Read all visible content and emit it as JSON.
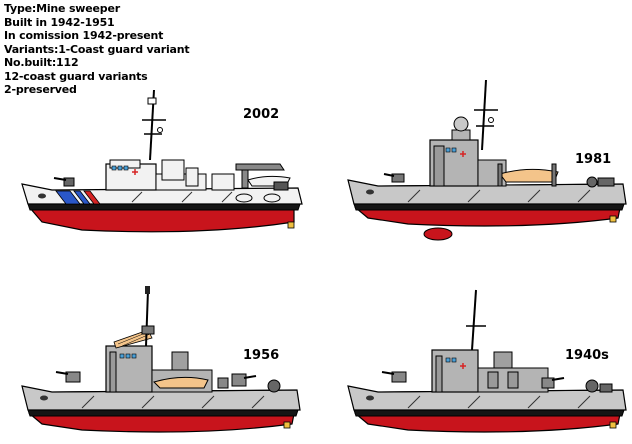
{
  "info_lines": [
    "Type:Mine sweeper",
    "Built in 1942-1951",
    "In comission 1942-present",
    "Variants:1-Coast guard variant",
    "No.built:112",
    "12-coast guard variants",
    "2-preserved"
  ],
  "ships": [
    {
      "year": "2002",
      "livery": "coast guard white",
      "hull_color": "#f2f2f2",
      "lower_hull_color": "#c8141c",
      "stripe_colors": [
        "#2a57c8",
        "#d62424"
      ]
    },
    {
      "year": "1981",
      "livery": "navy gray",
      "hull_color": "#c8c8c8",
      "lower_hull_color": "#c8141c"
    },
    {
      "year": "1956",
      "livery": "navy gray",
      "hull_color": "#c8c8c8",
      "lower_hull_color": "#c8141c"
    },
    {
      "year": "1940s",
      "livery": "navy gray",
      "hull_color": "#c8c8c8",
      "lower_hull_color": "#c8141c"
    }
  ]
}
